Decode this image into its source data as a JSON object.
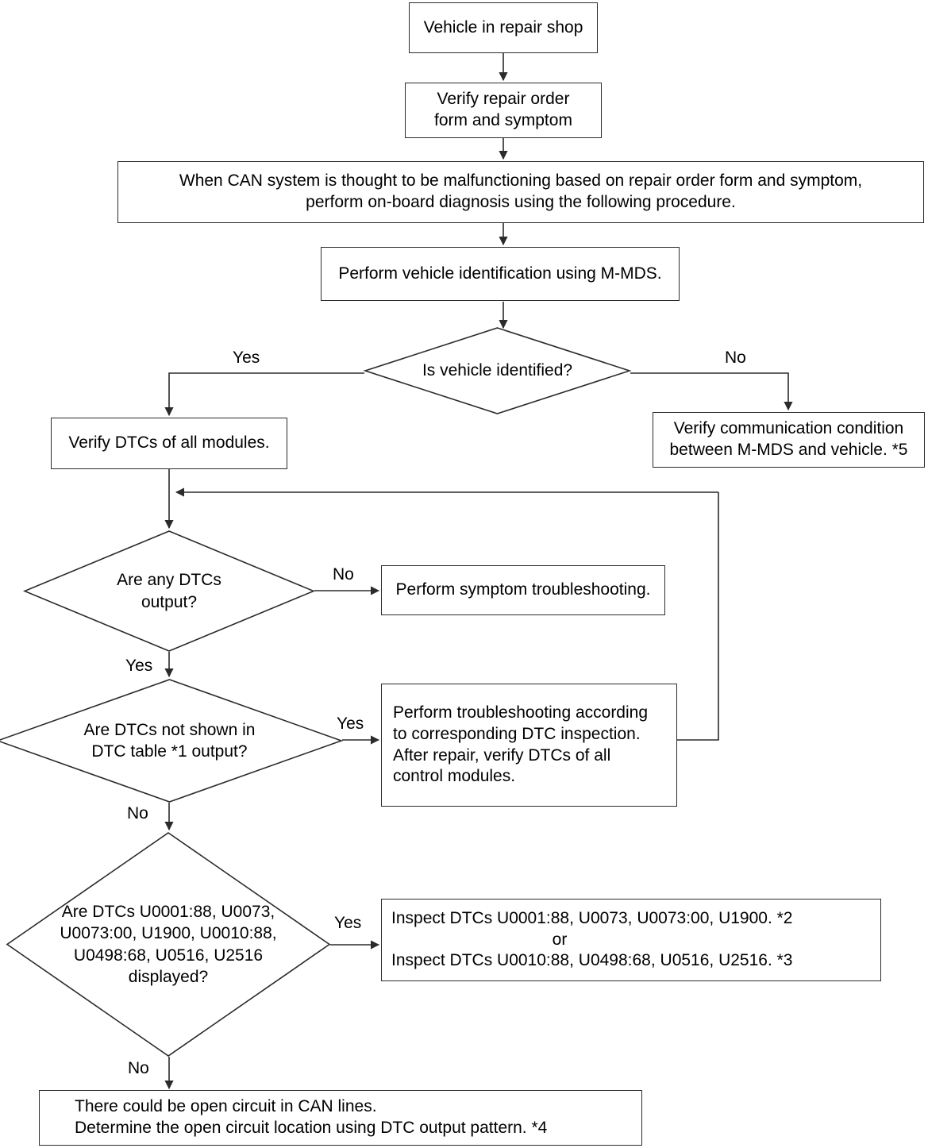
{
  "diagram": {
    "title": "CAN system on-board diagnosis flowchart",
    "type": "flowchart",
    "stroke_color": "#2b2b2b",
    "background_color": "#ffffff"
  },
  "nodes": {
    "vehicle_in_shop": {
      "label": "Vehicle in repair shop",
      "shape": "process"
    },
    "verify_repair_order": {
      "label": "Verify repair order\nform and symptom",
      "shape": "process"
    },
    "can_malfunction_note": {
      "label": "When CAN system is thought to be malfunctioning based on repair order form and symptom,\nperform on-board diagnosis using the following procedure.",
      "shape": "process"
    },
    "perform_vehicle_id": {
      "label": "Perform vehicle identification using M-MDS.",
      "shape": "process"
    },
    "is_vehicle_identified": {
      "label": "Is vehicle identified?",
      "shape": "decision"
    },
    "verify_dtcs_all_modules": {
      "label": "Verify DTCs of all modules.",
      "shape": "process"
    },
    "verify_communication_condition": {
      "label": "Verify communication condition\nbetween M-MDS and vehicle. *5",
      "shape": "process"
    },
    "are_any_dtcs_output": {
      "label": "Are any DTCs\noutput?",
      "shape": "decision"
    },
    "perform_symptom_troubleshooting": {
      "label": "Perform symptom troubleshooting.",
      "shape": "process"
    },
    "are_dtcs_not_shown": {
      "label": "Are DTCs not shown in\nDTC table *1 output?",
      "shape": "decision"
    },
    "perform_troubleshooting_dtc": {
      "label": "Perform troubleshooting according\nto corresponding DTC inspection.\nAfter repair, verify DTCs of all\ncontrol modules.",
      "shape": "process"
    },
    "are_dtcs_displayed": {
      "label": "Are DTCs U0001:88, U0073,\nU0073:00, U1900, U0010:88,\nU0498:68, U0516, U2516\ndisplayed?",
      "shape": "decision"
    },
    "inspect_dtcs_line1": {
      "label": "Inspect DTCs U0001:88, U0073, U0073:00, U1900.  *2",
      "shape": "text"
    },
    "inspect_dtcs_or": {
      "label": "or",
      "shape": "text"
    },
    "inspect_dtcs_line2": {
      "label": "Inspect DTCs U0010:88, U0498:68, U0516, U2516.  *3",
      "shape": "text"
    },
    "open_circuit_conclusion": {
      "label": "There could be open circuit in CAN lines.\nDetermine the open circuit location using DTC output pattern.   *4",
      "shape": "process"
    }
  },
  "edge_labels": {
    "identified_yes": "Yes",
    "identified_no": "No",
    "dtcs_output_no": "No",
    "dtcs_output_yes": "Yes",
    "dtcs_not_shown_yes": "Yes",
    "dtcs_not_shown_no": "No",
    "dtcs_displayed_yes": "Yes",
    "dtcs_displayed_no": "No"
  },
  "footnote_markers": [
    "*1",
    "*2",
    "*3",
    "*4",
    "*5"
  ]
}
